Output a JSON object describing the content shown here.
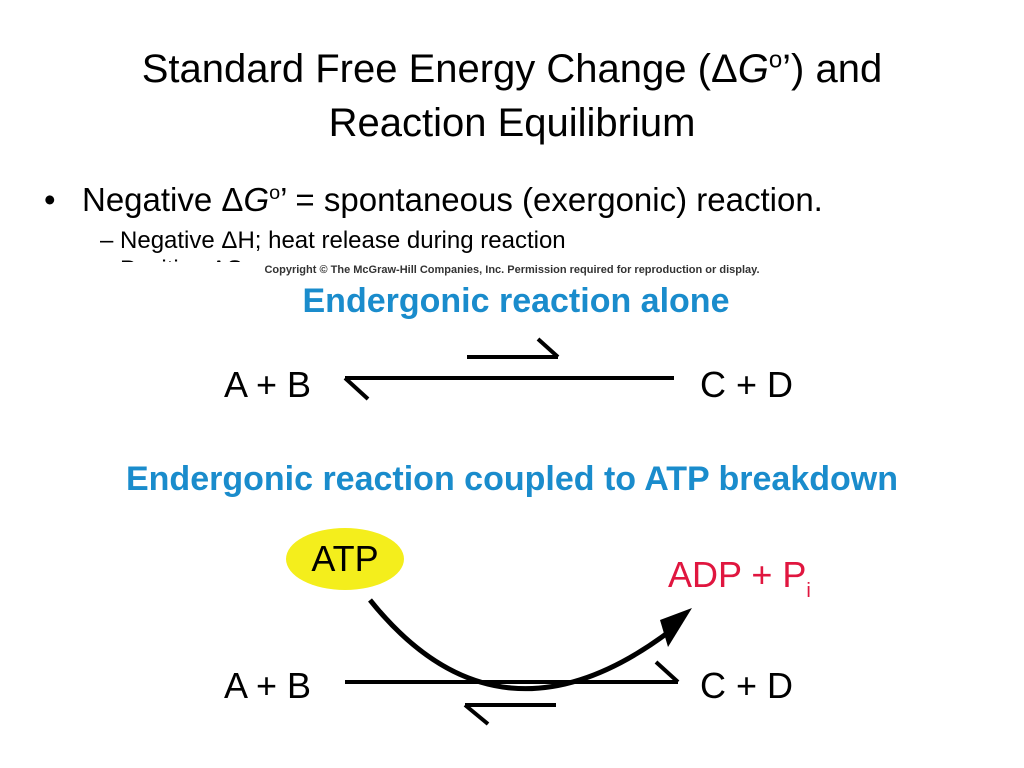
{
  "slide": {
    "title_line1_prefix": "Standard Free Energy Change (Δ",
    "title_italic": "G",
    "title_sup": "o",
    "title_line1_suffix": "’) and",
    "title_line2": "Reaction Equilibrium"
  },
  "bullets": {
    "b1_prefix": "Negative Δ",
    "b1_italic": "G",
    "b1_sup": "o",
    "b1_suffix": "’ = spontaneous (exergonic) reaction.",
    "sub1": "–  Negative ΔH; heat release during reaction",
    "sub2_partial": "–  Positive ΔS",
    "stub_dot": "•"
  },
  "figure": {
    "copyright": "Copyright © The McGraw-Hill Companies, Inc. Permission required for reproduction or display.",
    "panel1": {
      "heading": "Endergonic reaction alone",
      "reactants": "A + B",
      "products": "C + D"
    },
    "panel2": {
      "heading": "Endergonic reaction coupled to ATP breakdown",
      "atp": "ATP",
      "adp": "ADP + P",
      "adp_subscript": "i",
      "reactants": "A + B",
      "products": "C + D"
    },
    "colors": {
      "heading_blue": "#1a8ccc",
      "atp_yellow": "#f4ee1c",
      "adp_red": "#e0163f"
    }
  }
}
